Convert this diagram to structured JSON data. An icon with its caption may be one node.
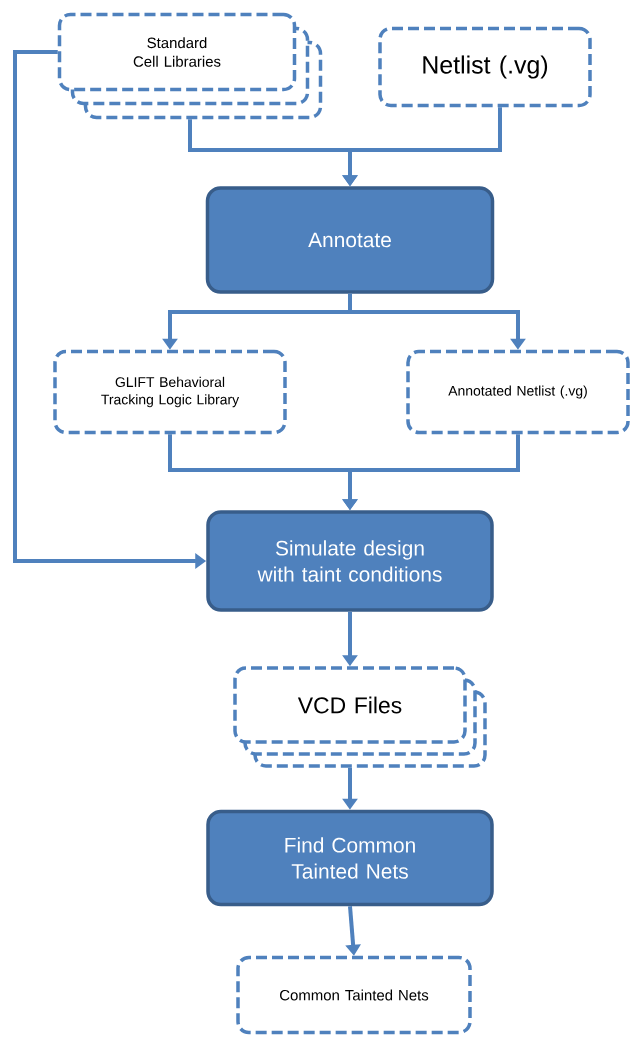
{
  "diagram": {
    "nodes": [
      {
        "text": [
          "Standard Cell Libraries"
        ]
      },
      {
        "text": [
          "Netlist (.vg)"
        ]
      },
      {
        "text": [
          "Annotate"
        ]
      },
      {
        "text": [
          "GLIFT Behavioral Tracking Logic Library"
        ]
      },
      {
        "text": [
          "Annotated Netlist (.vg)"
        ]
      },
      {
        "text": [
          "Simulate design with taint conditions"
        ]
      },
      {
        "text": [
          "VCD Files"
        ]
      },
      {
        "text": [
          "Find Common Tainted Nets"
        ]
      },
      {
        "text": [
          "Common Tainted Nets"
        ]
      }
    ],
    "edges": [
      {
        "from": 0,
        "to": 2,
        "arrow": "to"
      },
      {
        "from": 1,
        "to": 2,
        "arrow": "to"
      },
      {
        "from": 0,
        "to": 5,
        "arrow": "to"
      },
      {
        "from": 2,
        "to": 3,
        "arrow": "to"
      },
      {
        "from": 2,
        "to": 4,
        "arrow": "to"
      },
      {
        "from": 3,
        "to": 5,
        "arrow": "to"
      },
      {
        "from": 4,
        "to": 5,
        "arrow": "to"
      },
      {
        "from": 5,
        "to": 6,
        "arrow": "to"
      },
      {
        "from": 6,
        "to": 7,
        "arrow": "to"
      },
      {
        "from": 7,
        "to": 8,
        "arrow": "to"
      }
    ]
  }
}
